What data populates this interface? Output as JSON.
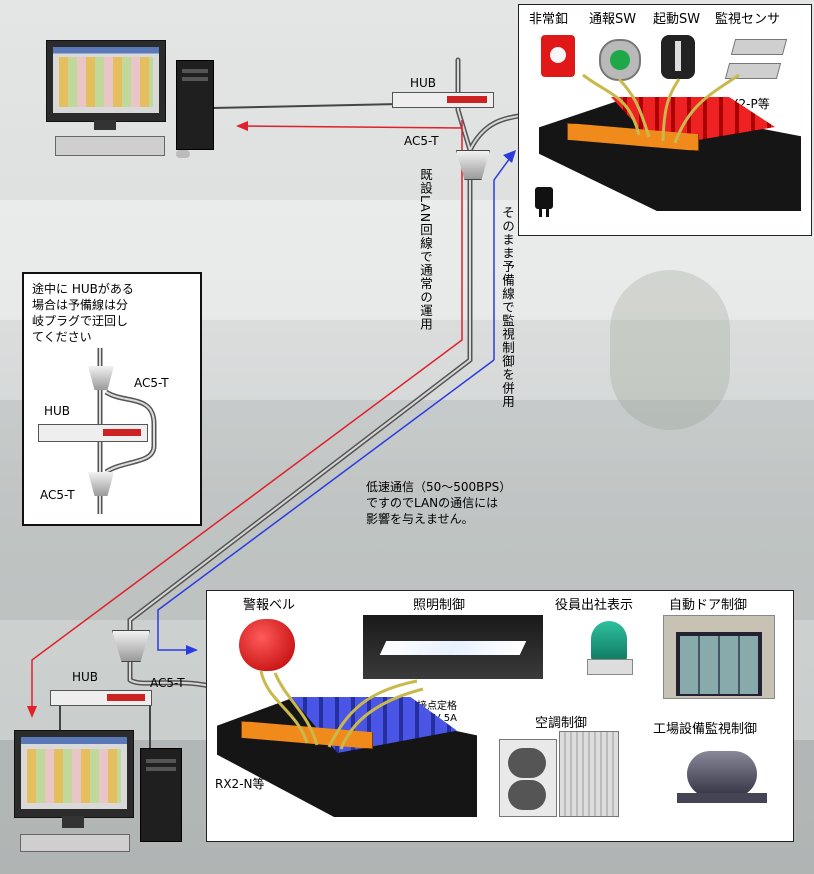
{
  "top_panel": {
    "items": [
      {
        "label": "非常釦"
      },
      {
        "label": "通報SW"
      },
      {
        "label": "起動SW"
      },
      {
        "label": "監視センサ"
      }
    ],
    "device_label": "TX2-P等"
  },
  "bottom_panel": {
    "items": [
      {
        "label": "警報ベル"
      },
      {
        "label": "照明制御"
      },
      {
        "label": "役員出社表示"
      },
      {
        "label": "自動ドア制御"
      },
      {
        "label": "空調制御"
      },
      {
        "label": "工場設備監視制御"
      }
    ],
    "rating_line1": "出力接点定格",
    "rating_line2": "AC200V 5A",
    "device_label": "RX2-N等"
  },
  "network": {
    "hub_label": "HUB",
    "ac5t_label": "AC5-T",
    "lan_note": "既設LAN回線で通常の運用",
    "spare_note": "そのまま予備線で監視制御を併用",
    "speed_note": [
      "低速通信（50～500BPS）",
      "ですのでLANの通信には",
      "影響を与えません。"
    ]
  },
  "inset": {
    "note": [
      "途中に HUBがある",
      "場合は予備線は分",
      "岐プラグで迂回し",
      "てください"
    ],
    "ac5t_top": "AC5-T",
    "hub": "HUB",
    "ac5t_bottom": "AC5-T"
  },
  "colors": {
    "lan_line": "#e0202a",
    "spare_line": "#2a3ce0",
    "cable": "#7a7a7a",
    "terminal": "#f08a1a"
  }
}
